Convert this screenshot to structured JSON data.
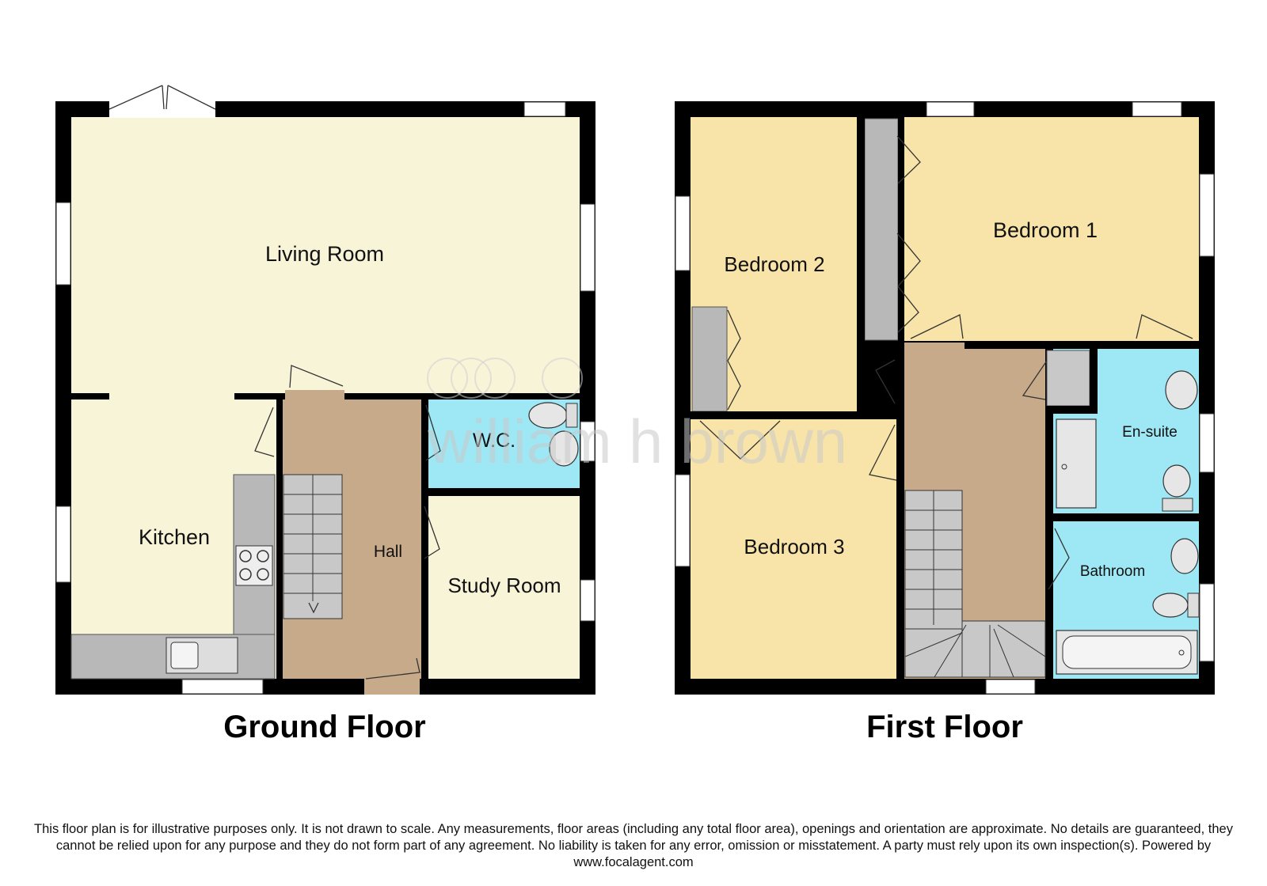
{
  "colors": {
    "wall": "#000000",
    "living": "#f8f4d8",
    "bedroom": "#f8e4a8",
    "wet_room": "#9ee8f5",
    "hall": "#c6aa8a",
    "stairs": "#c8c8c8",
    "fixtures": "#b8b8b8"
  },
  "watermark": "william h brown",
  "ground_floor": {
    "title": "Ground Floor",
    "rooms": {
      "living": "Living Room",
      "kitchen": "Kitchen",
      "hall": "Hall",
      "wc": "W.C.",
      "study": "Study Room"
    }
  },
  "first_floor": {
    "title": "First Floor",
    "rooms": {
      "bedroom1": "Bedroom 1",
      "bedroom2": "Bedroom 2",
      "bedroom3": "Bedroom 3",
      "ensuite": "En-suite",
      "bathroom": "Bathroom"
    }
  },
  "disclaimer": "This floor plan is for illustrative purposes only. It is not drawn to scale. Any measurements, floor areas (including any total floor area), openings and orientation are approximate. No details are guaranteed, they cannot be relied upon for any purpose and they do not form part of any agreement. No liability is taken for any error, omission or misstatement. A party must rely upon its own inspection(s). Powered by www.focalagent.com"
}
